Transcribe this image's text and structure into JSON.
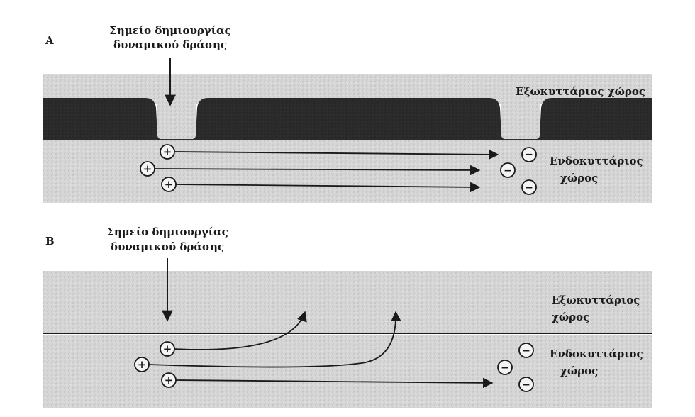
{
  "panel_a": {
    "letter": "A",
    "site_label_line1": "Σημείο δημιουργίας",
    "site_label_line2": "δυναμικού δράσης",
    "extracellular_label": "Εξωκυττάριος χώρος",
    "intracellular_label_line1": "Ενδοκυττάριος",
    "intracellular_label_line2": "χώρος"
  },
  "panel_b": {
    "letter": "B",
    "site_label_line1": "Σημείο δημιουργίας",
    "site_label_line2": "δυναμικού δράσης",
    "extracellular_label_line1": "Εξωκυττάριος",
    "extracellular_label_line2": "χώρος",
    "intracellular_label_line1": "Ενδοκυττάριος",
    "intracellular_label_line2": "χώρος"
  },
  "symbols": {
    "plus": "+",
    "minus": "−"
  },
  "colors": {
    "myelin": "#2b2b2b",
    "medium": "#d9d9d9",
    "ink": "#1a1a1a"
  }
}
